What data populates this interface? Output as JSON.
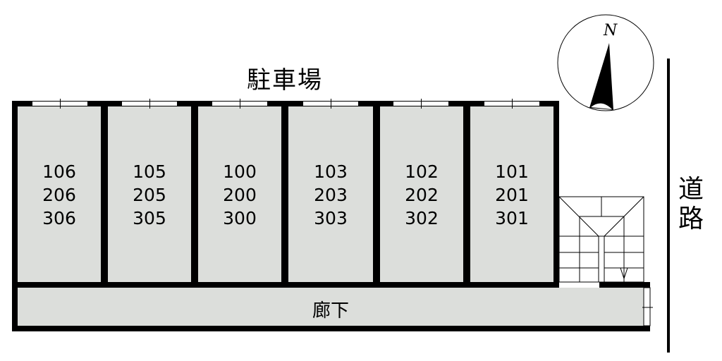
{
  "title": "駐車場",
  "compass_label": "N",
  "road_label": [
    "道",
    "路"
  ],
  "corridor_label": "廊下",
  "rooms": [
    {
      "floors": [
        "106",
        "206",
        "306"
      ]
    },
    {
      "floors": [
        "105",
        "205",
        "305"
      ]
    },
    {
      "floors": [
        "100",
        "200",
        "300"
      ]
    },
    {
      "floors": [
        "103",
        "203",
        "303"
      ]
    },
    {
      "floors": [
        "102",
        "202",
        "302"
      ]
    },
    {
      "floors": [
        "101",
        "201",
        "301"
      ]
    }
  ],
  "colors": {
    "floor": "#dcdedb",
    "wall": "#000000"
  }
}
